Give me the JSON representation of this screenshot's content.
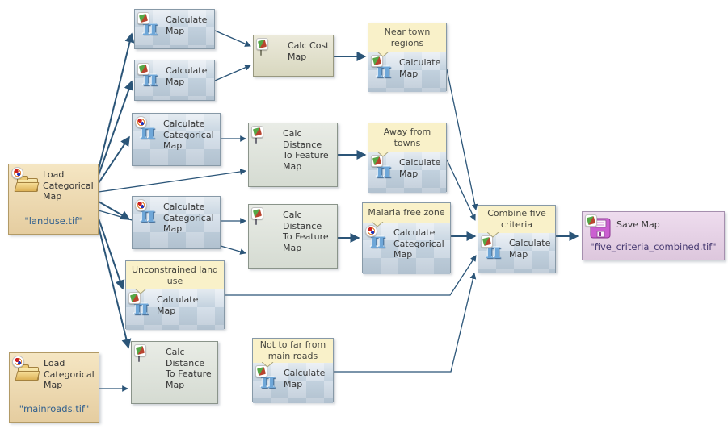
{
  "diagram": {
    "kind": "gis-workflow",
    "colors": {
      "edge": "#2b5578",
      "note_fill": "#f9f1c9",
      "file_blue": "#33618e",
      "file_purple": "#473a72"
    },
    "icons": {
      "pi_glyph": "π"
    },
    "nodes": {
      "calc_map_1": {
        "title": "Calculate\nMap"
      },
      "calc_map_2": {
        "title": "Calculate\nMap"
      },
      "calc_cost": {
        "title": "Calc Cost\nMap"
      },
      "near_town": {
        "note": "Near town\nregions",
        "title": "Calculate\nMap"
      },
      "calc_cat_1": {
        "title": "Calculate\nCategorical\nMap"
      },
      "calc_dist_1": {
        "title": "Calc\nDistance\nTo Feature\nMap"
      },
      "away_from": {
        "note": "Away from\ntowns",
        "title": "Calculate\nMap"
      },
      "landuse": {
        "title": "Load\nCategorical\nMap",
        "file": "\"landuse.tif\""
      },
      "calc_cat_2": {
        "title": "Calculate\nCategorical\nMap"
      },
      "calc_dist_2": {
        "title": "Calc\nDistance\nTo Feature\nMap"
      },
      "malaria": {
        "note": "Malaria free zone",
        "title": "Calculate\nCategorical\nMap"
      },
      "combine": {
        "note": "Combine five\ncriteria",
        "title": "Calculate\nMap"
      },
      "save": {
        "title": "Save Map",
        "file": "\"five_criteria_combined.tif\""
      },
      "unconstrained": {
        "note": "Unconstrained land\nuse",
        "title": "Calculate\nMap"
      },
      "mainroads": {
        "title": "Load\nCategorical\nMap",
        "file": "\"mainroads.tif\""
      },
      "calc_dist_3": {
        "title": "Calc\nDistance\nTo Feature\nMap"
      },
      "not_too_far": {
        "note": "Not to far from\nmain roads",
        "title": "Calculate\nMap"
      }
    }
  }
}
